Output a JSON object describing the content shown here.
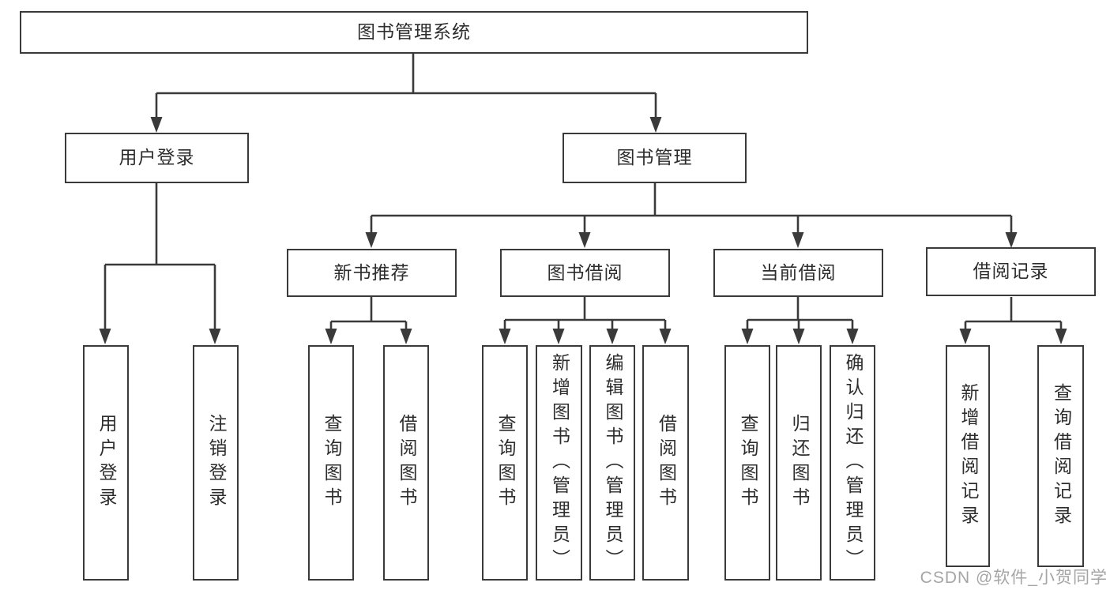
{
  "diagram": {
    "tree": {
      "label": "图书管理系统",
      "children": [
        {
          "label": "用户登录",
          "children": [
            {
              "label": "用户登录"
            },
            {
              "label": "注销登录"
            }
          ]
        },
        {
          "label": "图书管理",
          "children": [
            {
              "label": "新书推荐",
              "children": [
                {
                  "label": "查询图书"
                },
                {
                  "label": "借阅图书"
                }
              ]
            },
            {
              "label": "图书借阅",
              "children": [
                {
                  "label": "查询图书"
                },
                {
                  "label": "新增图书（管理员）"
                },
                {
                  "label": "编辑图书（管理员）"
                },
                {
                  "label": "借阅图书"
                }
              ]
            },
            {
              "label": "当前借阅",
              "children": [
                {
                  "label": "查询图书"
                },
                {
                  "label": "归还图书"
                },
                {
                  "label": "确认归还（管理员）"
                }
              ]
            },
            {
              "label": "借阅记录",
              "children": [
                {
                  "label": "新增借阅记录"
                },
                {
                  "label": "查询借阅记录"
                }
              ]
            }
          ]
        }
      ]
    },
    "watermark": "CSDN @软件_小贺同学",
    "colors": {
      "line": "#3a3a3a",
      "text": "#2d2d2d",
      "background": "#ffffff",
      "watermark": "#a5a5a5"
    }
  }
}
